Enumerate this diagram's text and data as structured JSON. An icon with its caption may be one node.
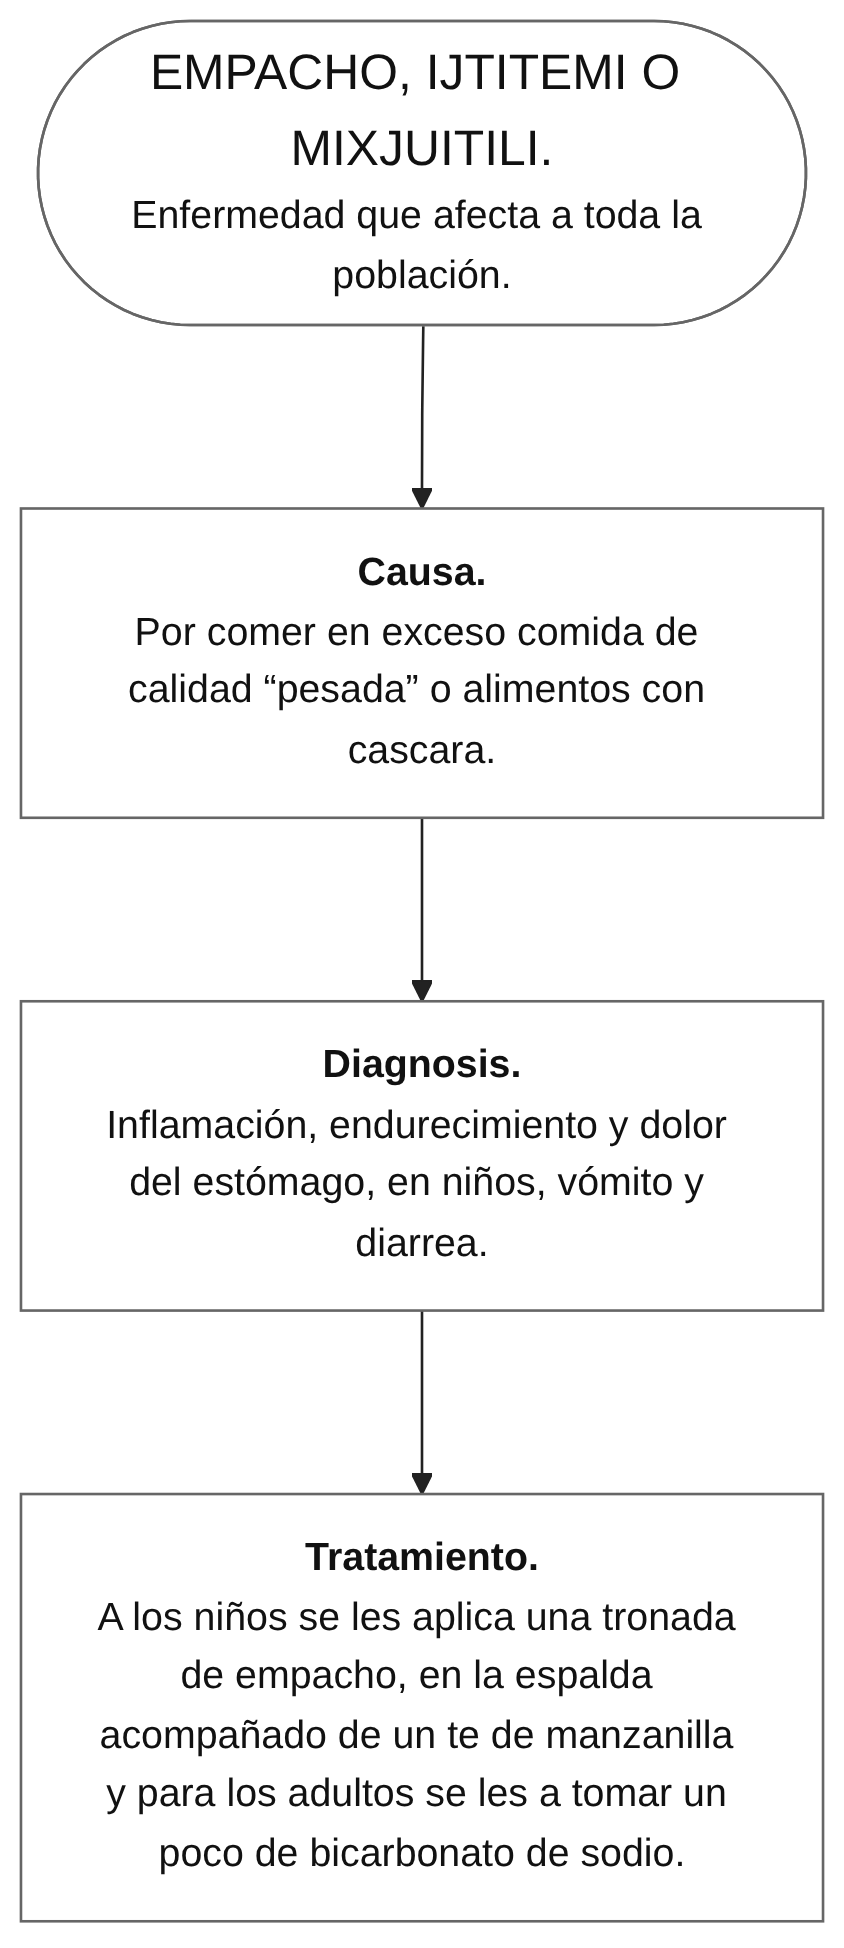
{
  "diagram": {
    "nodes": [
      {
        "text": [
          "EMPACHO, IJTITEMI O MIXJUITILI.",
          "Enfermedad que afecta a toda la población."
        ]
      },
      {
        "text": [
          "Causa.",
          "Por comer en exceso comida de calidad “pesada” o alimentos con cascara."
        ]
      },
      {
        "text": [
          "Diagnosis.",
          "Inflamación, endurecimiento y dolor del estómago, en niños, vómito y diarrea."
        ]
      },
      {
        "text": [
          "Tratamiento.",
          "A los niños se les aplica una tronada de empacho, en la espalda acompañado de un te de manzanilla y para los adultos se les a tomar un poco de bicarbonato de sodio."
        ]
      }
    ],
    "edges": [
      {
        "from": 0,
        "to": 1,
        "arrow": "to"
      },
      {
        "from": 1,
        "to": 2,
        "arrow": "to"
      },
      {
        "from": 2,
        "to": 3,
        "arrow": "to"
      }
    ]
  }
}
